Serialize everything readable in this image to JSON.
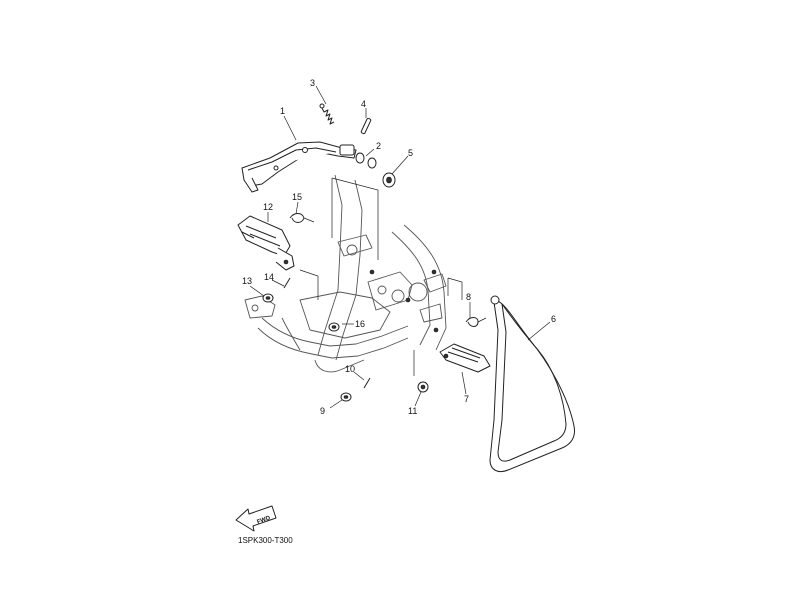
{
  "diagram": {
    "part_numbers": [
      "1",
      "2",
      "3",
      "4",
      "5",
      "6",
      "7",
      "8",
      "9",
      "10",
      "11",
      "12",
      "13",
      "14",
      "15",
      "16"
    ],
    "fwd_label": "FWD",
    "drawing_code": "1SPK300-T300"
  }
}
